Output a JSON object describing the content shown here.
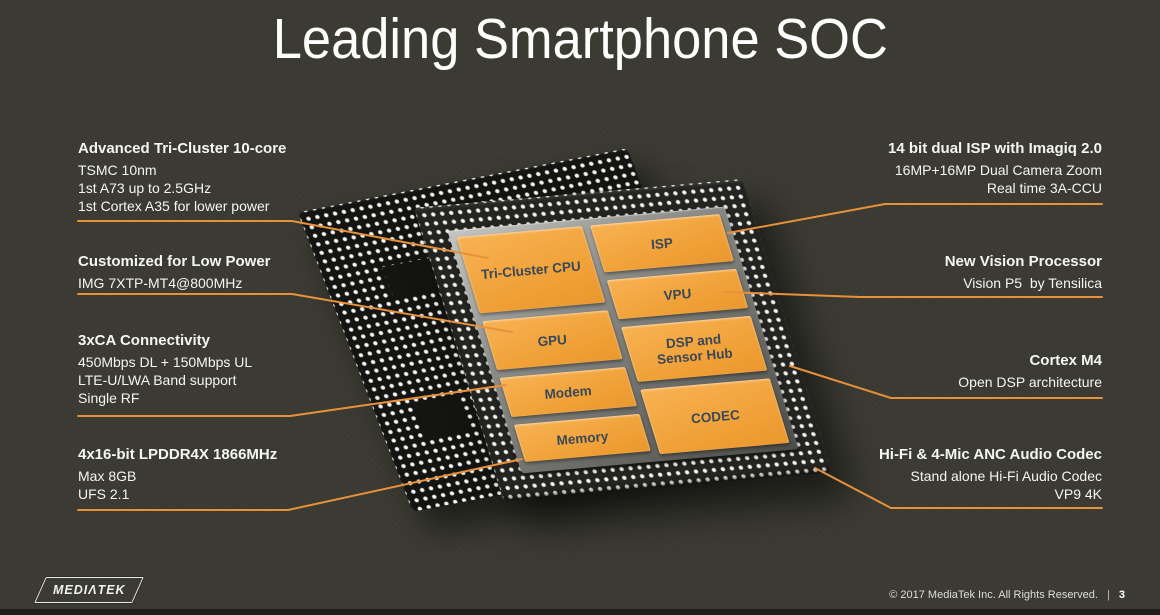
{
  "slide": {
    "title": "Leading Smartphone SOC"
  },
  "colors": {
    "background": "#3a3a32",
    "accent_orange": "#e8913b",
    "block_orange": "#f2a23c",
    "block_text": "#3a4756",
    "text": "#f5f5f3"
  },
  "chip": {
    "left_blocks": [
      "Tri-Cluster CPU",
      "GPU",
      "Modem",
      "Memory"
    ],
    "right_blocks": [
      "ISP",
      "VPU",
      "DSP and Sensor Hub",
      "CODEC"
    ]
  },
  "callouts_left": [
    {
      "title": "Advanced Tri-Cluster 10-core",
      "lines": [
        "TSMC 10nm",
        "1st A73 up to 2.5GHz",
        "1st Cortex A35 for lower power"
      ]
    },
    {
      "title": "Customized for Low Power",
      "lines": [
        "IMG 7XTP-MT4@800MHz"
      ]
    },
    {
      "title": "3xCA Connectivity",
      "lines": [
        "450Mbps DL + 150Mbps UL",
        "LTE-U/LWA Band support",
        "Single RF"
      ]
    },
    {
      "title": "4x16-bit LPDDR4X 1866MHz",
      "lines": [
        "Max 8GB",
        "UFS 2.1"
      ]
    }
  ],
  "callouts_right": [
    {
      "title": "14 bit dual ISP with Imagiq 2.0",
      "lines": [
        "16MP+16MP Dual Camera Zoom",
        "Real time 3A-CCU"
      ]
    },
    {
      "title": "New Vision Processor",
      "lines": [
        "Vision P5  by Tensilica"
      ]
    },
    {
      "title": "Cortex M4",
      "lines": [
        "Open DSP architecture"
      ]
    },
    {
      "title": "Hi-Fi & 4-Mic ANC Audio Codec",
      "lines": [
        "Stand alone Hi-Fi Audio Codec",
        "VP9 4K"
      ]
    }
  ],
  "footer": {
    "brand": "MEDIΛTEK",
    "copyright": "© 2017 MediaTek Inc. All Rights Reserved.",
    "separator": "|",
    "page_number": "3"
  }
}
